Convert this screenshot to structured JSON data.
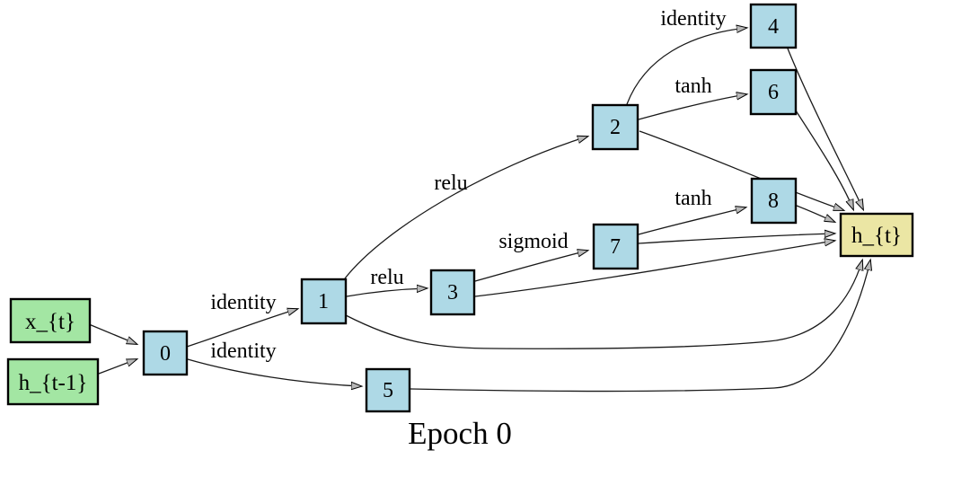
{
  "caption": "Epoch 0",
  "colors": {
    "input_fill": "#a3e6a3",
    "hidden_fill": "#aed9e6",
    "output_fill": "#ebe6a4",
    "node_border": "#000000",
    "edge_line": "#1a1a1a",
    "arrowhead_fill": "#b8b8b8",
    "background": "#ffffff",
    "text": "#000000"
  },
  "nodes": {
    "x_t": {
      "label": "x_{t}",
      "type": "input"
    },
    "h_prev": {
      "label": "h_{t-1}",
      "type": "input"
    },
    "n0": {
      "label": "0",
      "type": "hidden"
    },
    "n1": {
      "label": "1",
      "type": "hidden"
    },
    "n2": {
      "label": "2",
      "type": "hidden"
    },
    "n3": {
      "label": "3",
      "type": "hidden"
    },
    "n4": {
      "label": "4",
      "type": "hidden"
    },
    "n5": {
      "label": "5",
      "type": "hidden"
    },
    "n6": {
      "label": "6",
      "type": "hidden"
    },
    "n7": {
      "label": "7",
      "type": "hidden"
    },
    "n8": {
      "label": "8",
      "type": "hidden"
    },
    "h_t": {
      "label": "h_{t}",
      "type": "output"
    }
  },
  "edges": [
    {
      "from": "x_{t}",
      "to": "0",
      "label": ""
    },
    {
      "from": "h_{t-1}",
      "to": "0",
      "label": ""
    },
    {
      "from": "0",
      "to": "1",
      "label": "identity"
    },
    {
      "from": "0",
      "to": "5",
      "label": "identity"
    },
    {
      "from": "1",
      "to": "2",
      "label": "relu"
    },
    {
      "from": "1",
      "to": "3",
      "label": "relu"
    },
    {
      "from": "2",
      "to": "4",
      "label": "identity"
    },
    {
      "from": "2",
      "to": "6",
      "label": "tanh"
    },
    {
      "from": "3",
      "to": "7",
      "label": "sigmoid"
    },
    {
      "from": "7",
      "to": "8",
      "label": "tanh"
    },
    {
      "from": "2",
      "to": "h_{t}",
      "label": ""
    },
    {
      "from": "4",
      "to": "h_{t}",
      "label": ""
    },
    {
      "from": "6",
      "to": "h_{t}",
      "label": ""
    },
    {
      "from": "8",
      "to": "h_{t}",
      "label": ""
    },
    {
      "from": "7",
      "to": "h_{t}",
      "label": ""
    },
    {
      "from": "3",
      "to": "h_{t}",
      "label": ""
    },
    {
      "from": "1",
      "to": "h_{t}",
      "label": ""
    },
    {
      "from": "5",
      "to": "h_{t}",
      "label": ""
    }
  ]
}
